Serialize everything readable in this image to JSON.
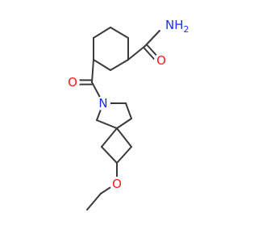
{
  "molecule": {
    "bond_color": "#3a3a3a",
    "atoms": [
      {
        "id": "n_amide",
        "label": "NH2",
        "text_main": "NH",
        "text_sub": "2",
        "color": "#1d2bff"
      },
      {
        "id": "o_amide",
        "label": "O",
        "text_main": "O",
        "text_sub": "",
        "color": "#ff1a1a"
      },
      {
        "id": "o_carbonyl",
        "label": "O",
        "text_main": "O",
        "text_sub": "",
        "color": "#ff1a1a"
      },
      {
        "id": "n_ring",
        "label": "N",
        "text_main": "N",
        "text_sub": "",
        "color": "#1d2bff"
      },
      {
        "id": "o_ether",
        "label": "O",
        "text_main": "O",
        "text_sub": "",
        "color": "#ff1a1a"
      }
    ]
  }
}
